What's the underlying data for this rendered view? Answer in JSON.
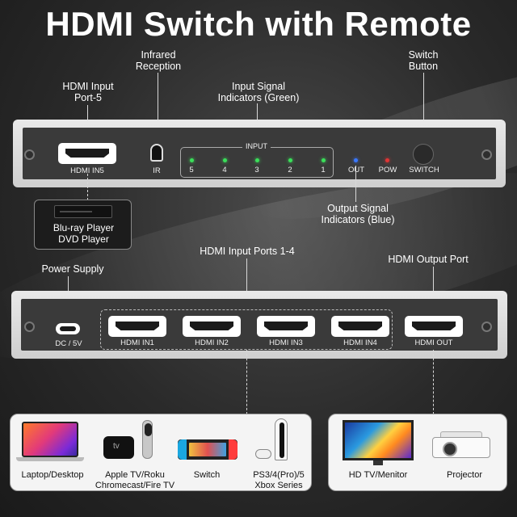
{
  "title": "HDMI Switch with Remote",
  "callouts": {
    "ir": [
      "Infrared",
      "Reception"
    ],
    "switch_button": [
      "Switch",
      "Button"
    ],
    "hdmi_input5": [
      "HDMI Input",
      "Port-5"
    ],
    "input_indicators": [
      "Input Signal",
      "Indicators (Green)"
    ],
    "output_indicators": [
      "Output Signal",
      "Indicators (Blue)"
    ],
    "power_supply": "Power Supply",
    "input_ports_1_4": "HDMI Input Ports 1-4",
    "output_port": "HDMI Output Port"
  },
  "front_panel": {
    "hdmi_in5": "HDMI IN5",
    "ir": "IR",
    "input_title": "INPUT",
    "input_numbers": [
      "5",
      "4",
      "3",
      "2",
      "1"
    ],
    "out": "OUT",
    "pow": "POW",
    "switch": "SWITCH",
    "colors": {
      "input_led": "#3adf5a",
      "out_led": "#3a78ff",
      "pow_led": "#e03535"
    }
  },
  "bluray": [
    "Blu-ray Player",
    "DVD Player"
  ],
  "rear_panel": {
    "dc": "DC / 5V",
    "ports": [
      "HDMI IN1",
      "HDMI IN2",
      "HDMI IN3",
      "HDMI IN4"
    ],
    "out": "HDMI OUT"
  },
  "sources": {
    "laptop": "Laptop/Desktop",
    "appletv": [
      "Apple TV/Roku",
      "Chromecast/Fire TV"
    ],
    "switch": "Switch",
    "ps": [
      "PS3/4(Pro)/5",
      "Xbox Series"
    ]
  },
  "displays": {
    "tv": "HD TV/Menitor",
    "projector": "Projector"
  }
}
